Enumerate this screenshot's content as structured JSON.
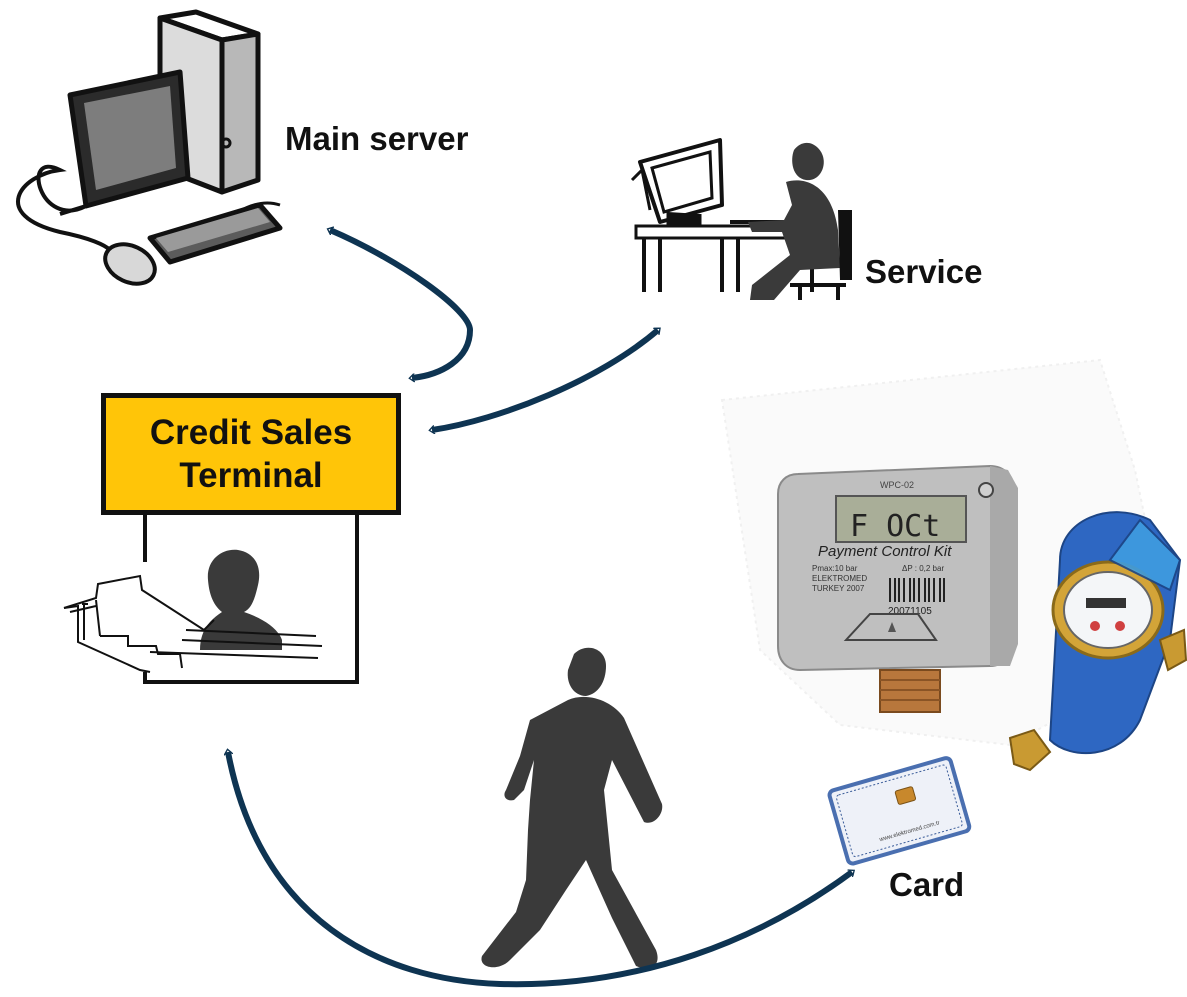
{
  "nodes": {
    "main_server": "Main server",
    "service": "Service",
    "terminal_line1": "Credit Sales",
    "terminal_line2": "Terminal",
    "card": "Card"
  },
  "device": {
    "model": "WPC-02",
    "display": "F    OCt",
    "title": "Payment Control Kit",
    "spec_left": "Pmax:10 bar",
    "spec_right": "ΔP : 0,2 bar",
    "maker": "ELEKTROMED",
    "country_year": "TURKEY 2007",
    "serial": "20071105"
  },
  "card_text": "www.elektromed.com.tr",
  "colors": {
    "arrow": "#0e3452",
    "sign": "#ffc508",
    "silhouette": "#3a3a3a"
  }
}
